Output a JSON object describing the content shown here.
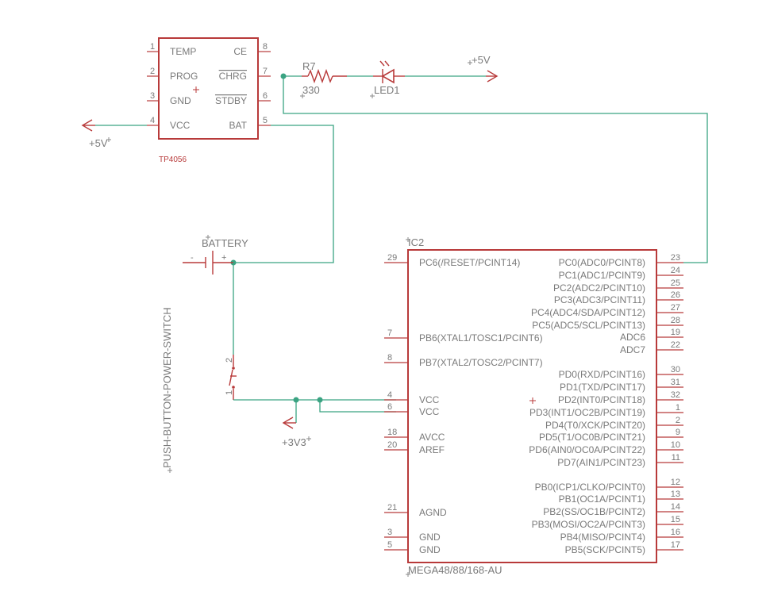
{
  "tp4056": {
    "value": "TP4056",
    "left_pins": [
      {
        "num": "1",
        "name": "TEMP"
      },
      {
        "num": "2",
        "name": "PROG"
      },
      {
        "num": "3",
        "name": "GND"
      },
      {
        "num": "4",
        "name": "VCC"
      }
    ],
    "right_pins": [
      {
        "num": "8",
        "name": "CE"
      },
      {
        "num": "7",
        "name": "CHRG"
      },
      {
        "num": "6",
        "name": "STDBY"
      },
      {
        "num": "5",
        "name": "BAT"
      }
    ]
  },
  "resistor": {
    "name": "R7",
    "value": "330"
  },
  "led": {
    "name": "LED1"
  },
  "supplies": {
    "v5_top": "+5V",
    "v5_left": "+5V",
    "v3v3": "+3V3"
  },
  "battery": {
    "name": "BATTERY",
    "minus": "-",
    "plus": "+"
  },
  "switch": {
    "name": "PUSH-BUTTON-POWER-SWITCH",
    "pin_top": "2",
    "pin_bottom": "1"
  },
  "mcu": {
    "name": "IC2",
    "value": "MEGA48/88/168-AU",
    "left_pins": [
      {
        "num": "29",
        "name": "PC6(/RESET/PCINT14)"
      },
      {
        "num": "7",
        "name": "PB6(XTAL1/TOSC1/PCINT6)"
      },
      {
        "num": "8",
        "name": "PB7(XTAL2/TOSC2/PCINT7)"
      },
      {
        "num": "4",
        "name": "VCC"
      },
      {
        "num": "6",
        "name": "VCC"
      },
      {
        "num": "18",
        "name": "AVCC"
      },
      {
        "num": "20",
        "name": "AREF"
      },
      {
        "num": "21",
        "name": "AGND"
      },
      {
        "num": "3",
        "name": "GND"
      },
      {
        "num": "5",
        "name": "GND"
      }
    ],
    "right_pins": [
      {
        "num": "23",
        "name": "PC0(ADC0/PCINT8)"
      },
      {
        "num": "24",
        "name": "PC1(ADC1/PCINT9)"
      },
      {
        "num": "25",
        "name": "PC2(ADC2/PCINT10)"
      },
      {
        "num": "26",
        "name": "PC3(ADC3/PCINT11)"
      },
      {
        "num": "27",
        "name": "PC4(ADC4/SDA/PCINT12)"
      },
      {
        "num": "28",
        "name": "PC5(ADC5/SCL/PCINT13)"
      },
      {
        "num": "19",
        "name": "ADC6"
      },
      {
        "num": "22",
        "name": "ADC7"
      },
      {
        "num": "30",
        "name": "PD0(RXD/PCINT16)"
      },
      {
        "num": "31",
        "name": "PD1(TXD/PCINT17)"
      },
      {
        "num": "32",
        "name": "PD2(INT0/PCINT18)"
      },
      {
        "num": "1",
        "name": "PD3(INT1/OC2B/PCINT19)"
      },
      {
        "num": "2",
        "name": "PD4(T0/XCK/PCINT20)"
      },
      {
        "num": "9",
        "name": "PD5(T1/OC0B/PCINT21)"
      },
      {
        "num": "10",
        "name": "PD6(AIN0/OC0A/PCINT22)"
      },
      {
        "num": "11",
        "name": "PD7(AIN1/PCINT23)"
      },
      {
        "num": "12",
        "name": "PB0(ICP1/CLKO/PCINT0)"
      },
      {
        "num": "13",
        "name": "PB1(OC1A/PCINT1)"
      },
      {
        "num": "14",
        "name": "PB2(SS/OC1B/PCINT2)"
      },
      {
        "num": "15",
        "name": "PB3(MOSI/OC2A/PCINT3)"
      },
      {
        "num": "16",
        "name": "PB4(MISO/PCINT4)"
      },
      {
        "num": "17",
        "name": "PB5(SCK/PCINT5)"
      }
    ]
  }
}
